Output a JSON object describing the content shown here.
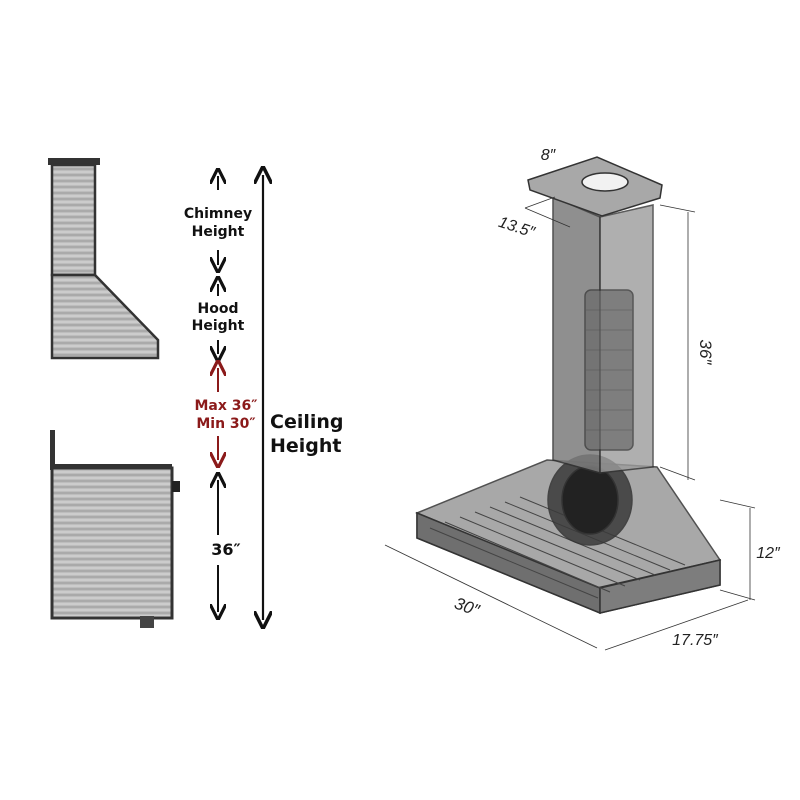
{
  "left_labels": {
    "chimney": [
      "Chimney",
      "Height"
    ],
    "hood": [
      "Hood",
      "Height"
    ],
    "clearance": [
      "Max 36″",
      "Min 30″"
    ],
    "counter": "36″",
    "ceiling": [
      "Ceiling",
      "Height"
    ]
  },
  "dimensions": {
    "duct_width": "8″",
    "chimney_depth": "13.5″",
    "chimney_height": "36″",
    "hood_height": "12″",
    "hood_width": "30″",
    "hood_depth": "17.75″"
  },
  "colors": {
    "accent_red": "#8b1a1a",
    "steel": "#8a8a8a",
    "dark": "#333333"
  }
}
